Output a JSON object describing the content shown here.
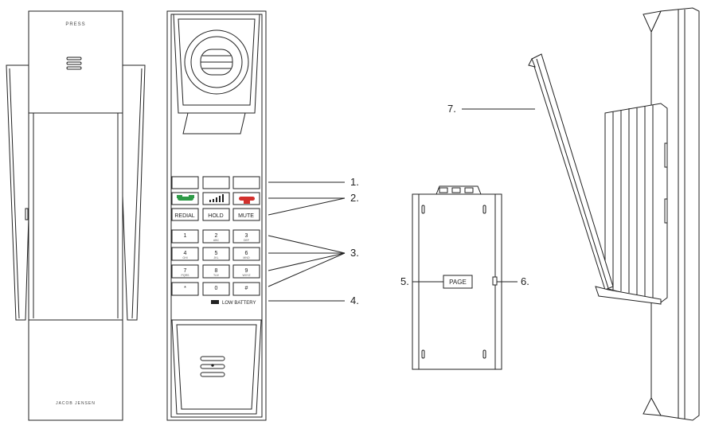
{
  "front_view": {
    "press_label": "PRESS",
    "brand_label": "JACOB JENSEN"
  },
  "keypad": {
    "redial_label": "REDIAL",
    "hold_label": "HOLD",
    "mute_label": "MUTE",
    "keys": [
      {
        "main": "1",
        "sub": ""
      },
      {
        "main": "2",
        "sub": "ABC"
      },
      {
        "main": "3",
        "sub": "DEF"
      },
      {
        "main": "4",
        "sub": "GHI"
      },
      {
        "main": "5",
        "sub": "JKL"
      },
      {
        "main": "6",
        "sub": "MNO"
      },
      {
        "main": "7",
        "sub": "PQRS"
      },
      {
        "main": "8",
        "sub": "TUV"
      },
      {
        "main": "9",
        "sub": "WXYZ"
      },
      {
        "main": "*",
        "sub": ""
      },
      {
        "main": "0",
        "sub": ""
      },
      {
        "main": "#",
        "sub": ""
      }
    ],
    "low_battery_label": "LOW BATTERY"
  },
  "back_view": {
    "page_label": "PAGE"
  },
  "callouts": {
    "c1": "1.",
    "c2": "2.",
    "c3": "3.",
    "c4": "4.",
    "c5": "5.",
    "c6": "6.",
    "c7": "7."
  },
  "colors": {
    "outline": "#222222",
    "call_key": "#2e9a47",
    "end_key": "#d2302c",
    "paper": "#ffffff"
  }
}
